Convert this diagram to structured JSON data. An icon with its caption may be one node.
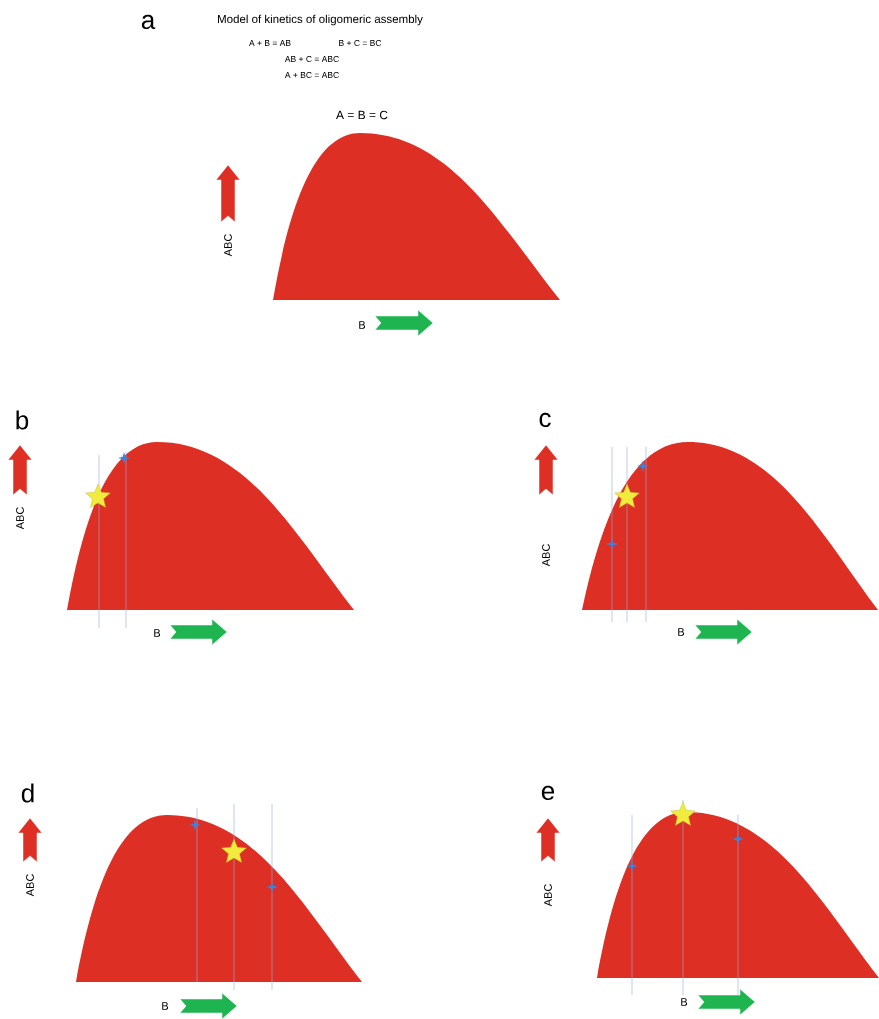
{
  "diagram": {
    "title": "Model of kinetics of oligomeric assembly",
    "labels": [
      "a",
      "A + B = AB",
      "B + C = BC",
      "AB + C = ABC",
      "A + BC = ABC",
      "A = B = C",
      "ABC",
      "B",
      "b",
      "c",
      "ABC",
      "ABC",
      "B",
      "B",
      "d",
      "e",
      "ABC",
      "ABC",
      "B",
      "B"
    ]
  }
}
